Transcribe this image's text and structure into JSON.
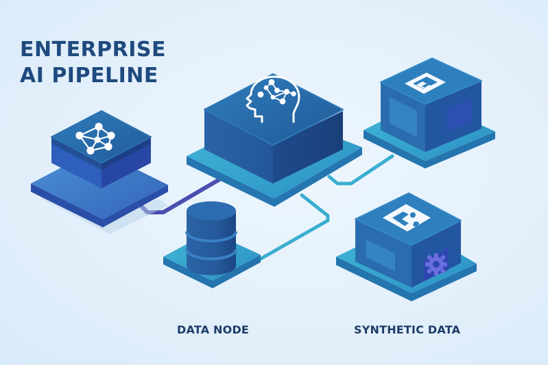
{
  "title": {
    "line1": "ENTERPRISE",
    "line2": "AI PIPELINE"
  },
  "nodes": [
    {
      "id": "network",
      "icon": "network-graph-icon",
      "label": ""
    },
    {
      "id": "ai-core",
      "icon": "brain-head-icon",
      "label": ""
    },
    {
      "id": "storage",
      "icon": "save-disk-icon",
      "label": ""
    },
    {
      "id": "data-node",
      "icon": "database-icon",
      "label": "DATA NODE"
    },
    {
      "id": "synthetic-data",
      "icon": "image-gear-icon",
      "label": "SYNTHETIC DATA"
    }
  ],
  "labels": {
    "data_node": "DATA NODE",
    "synthetic_data": "SYNTHETIC DATA"
  },
  "colors": {
    "background": "#e3f0fb",
    "title": "#1f4a7e",
    "block_top": "#2a6aa8",
    "block_side_dark": "#1d4a86",
    "base_cyan": "#3ab3d4",
    "connector_purple": "#4a4fb0",
    "connector_cyan": "#3aaed0"
  }
}
